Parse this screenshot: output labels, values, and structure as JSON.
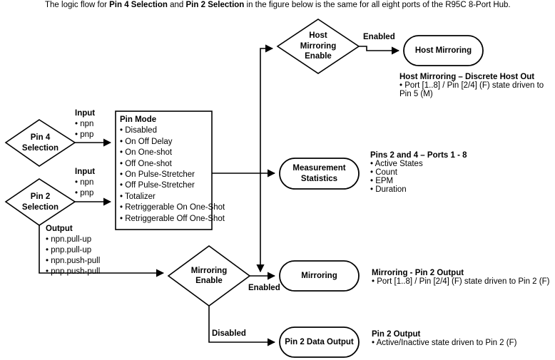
{
  "header": {
    "prefix": "The logic flow for ",
    "bold1": "Pin 4 Selection",
    "mid": " and ",
    "bold2": "Pin 2 Selection",
    "suffix": " in the figure below is the same for all eight ports of the R95C 8-Port Hub."
  },
  "nodes": {
    "pin4_selection": {
      "line1": "Pin 4",
      "line2": "Selection"
    },
    "pin2_selection": {
      "line1": "Pin 2",
      "line2": "Selection"
    },
    "host_mirroring_enable": {
      "line1": "Host",
      "line2": "Mirroring",
      "line3": "Enable"
    },
    "mirroring_enable": {
      "line1": "Mirroring",
      "line2": "Enable"
    },
    "host_mirroring": {
      "label": "Host Mirroring"
    },
    "measurement_statistics": {
      "line1": "Measurement",
      "line2": "Statistics"
    },
    "mirroring": {
      "label": "Mirroring"
    },
    "pin2_data_output": {
      "label": "Pin 2 Data Output"
    }
  },
  "pin_mode_box": {
    "title": "Pin Mode",
    "items": [
      "• Disabled",
      "• On Off Delay",
      "• On One-shot",
      "• Off One-shot",
      "• On Pulse-Stretcher",
      "• Off Pulse-Stretcher",
      "• Totalizer",
      "• Retriggerable On One-Shot",
      "• Retriggerable Off One-Shot"
    ]
  },
  "io_notes": {
    "pin4_input": {
      "title": "Input",
      "items": [
        "• npn",
        "• pnp"
      ]
    },
    "pin2_input": {
      "title": "Input",
      "items": [
        "• npn",
        "• pnp"
      ]
    },
    "pin2_output": {
      "title": "Output",
      "items": [
        "• npn.pull-up",
        "• pnp.pull-up",
        "• npn.push-pull",
        "• pnp.push-pull"
      ]
    }
  },
  "edge_labels": {
    "host_enabled": "Enabled",
    "mirroring_enabled": "Enabled",
    "mirroring_disabled": "Disabled"
  },
  "side_notes": {
    "host_mirroring": {
      "title": "Host Mirroring – Discrete Host Out",
      "items": [
        "• Port [1..8] / Pin [2/4] (F) state driven to Pin 5 (M)"
      ]
    },
    "measurement": {
      "title": "Pins 2 and 4 – Ports 1 - 8",
      "items": [
        "• Active States",
        "• Count",
        "• EPM",
        "• Duration"
      ]
    },
    "mirroring": {
      "title": "Mirroring - Pin 2 Output",
      "items": [
        "• Port [1..8] / Pin [2/4] (F) state driven to Pin 2 (F)"
      ]
    },
    "pin2_output": {
      "title": "Pin 2 Output",
      "items": [
        "• Active/Inactive state driven to Pin 2 (F)"
      ]
    }
  },
  "colors": {
    "stroke": "#000000",
    "background": "#ffffff",
    "text": "#000000"
  }
}
